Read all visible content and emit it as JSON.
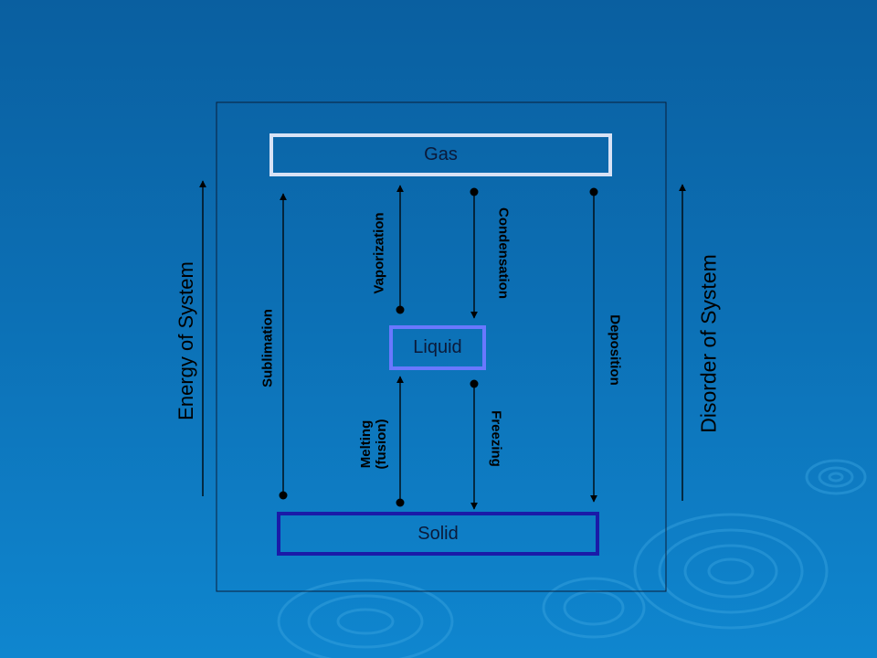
{
  "states": {
    "gas": "Gas",
    "liquid": "Liquid",
    "solid": "Solid"
  },
  "transitions": {
    "vaporization": "Vaporization",
    "condensation": "Condensation",
    "sublimation": "Sublimation",
    "deposition": "Deposition",
    "melting": "Melting\n(fusion)",
    "freezing": "Freezing"
  },
  "axes": {
    "left": "Energy of System",
    "right": "Disorder of System"
  },
  "colors": {
    "gas_border": "#d8e2f5",
    "liquid_border": "#6a78ff",
    "solid_border": "#1a1aa8",
    "line": "#000000"
  }
}
